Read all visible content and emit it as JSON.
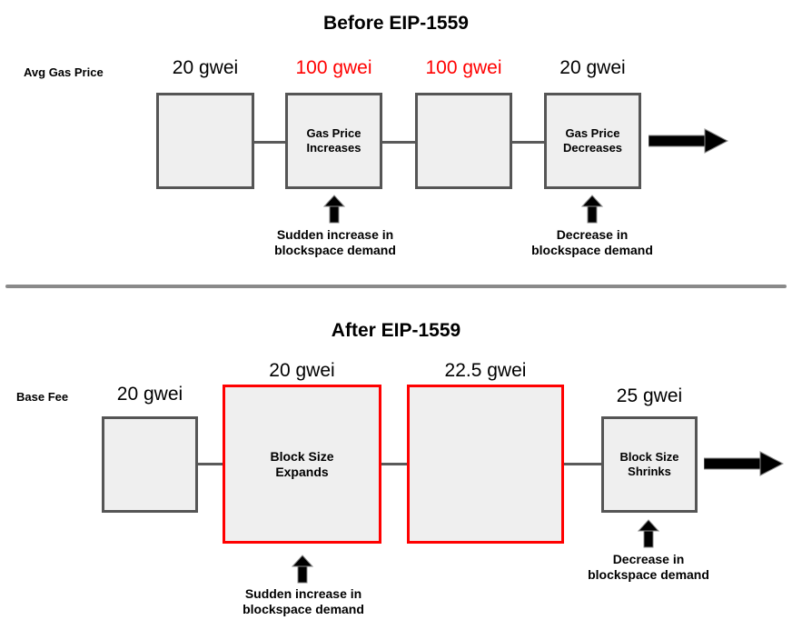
{
  "colors": {
    "accent_red": "#ff0000",
    "box_fill": "#efefef",
    "box_border": "#555555",
    "connector": "#5a5a5a",
    "divider": "#8a8a8a",
    "arrow": "#000000"
  },
  "before": {
    "title": "Before EIP-1559",
    "row_label": "Avg Gas Price",
    "values": [
      "20 gwei",
      "100 gwei",
      "100 gwei",
      "20 gwei"
    ],
    "value_colors": [
      "black",
      "red",
      "red",
      "black"
    ],
    "box_labels": [
      "",
      "Gas Price\nIncreases",
      "",
      "Gas Price\nDecreases"
    ],
    "annotations": [
      "Sudden increase in\nblockspace demand",
      "Decrease in\nblockspace demand"
    ]
  },
  "after": {
    "title": "After EIP-1559",
    "row_label": "Base Fee",
    "values": [
      "20 gwei",
      "20 gwei",
      "22.5 gwei",
      "25 gwei"
    ],
    "value_colors": [
      "black",
      "black",
      "black",
      "black"
    ],
    "box_labels": [
      "",
      "Block Size\nExpands",
      "",
      "Block Size\nShrinks"
    ],
    "annotations": [
      "Sudden increase in\nblockspace demand",
      "Decrease in\nblockspace demand"
    ]
  }
}
